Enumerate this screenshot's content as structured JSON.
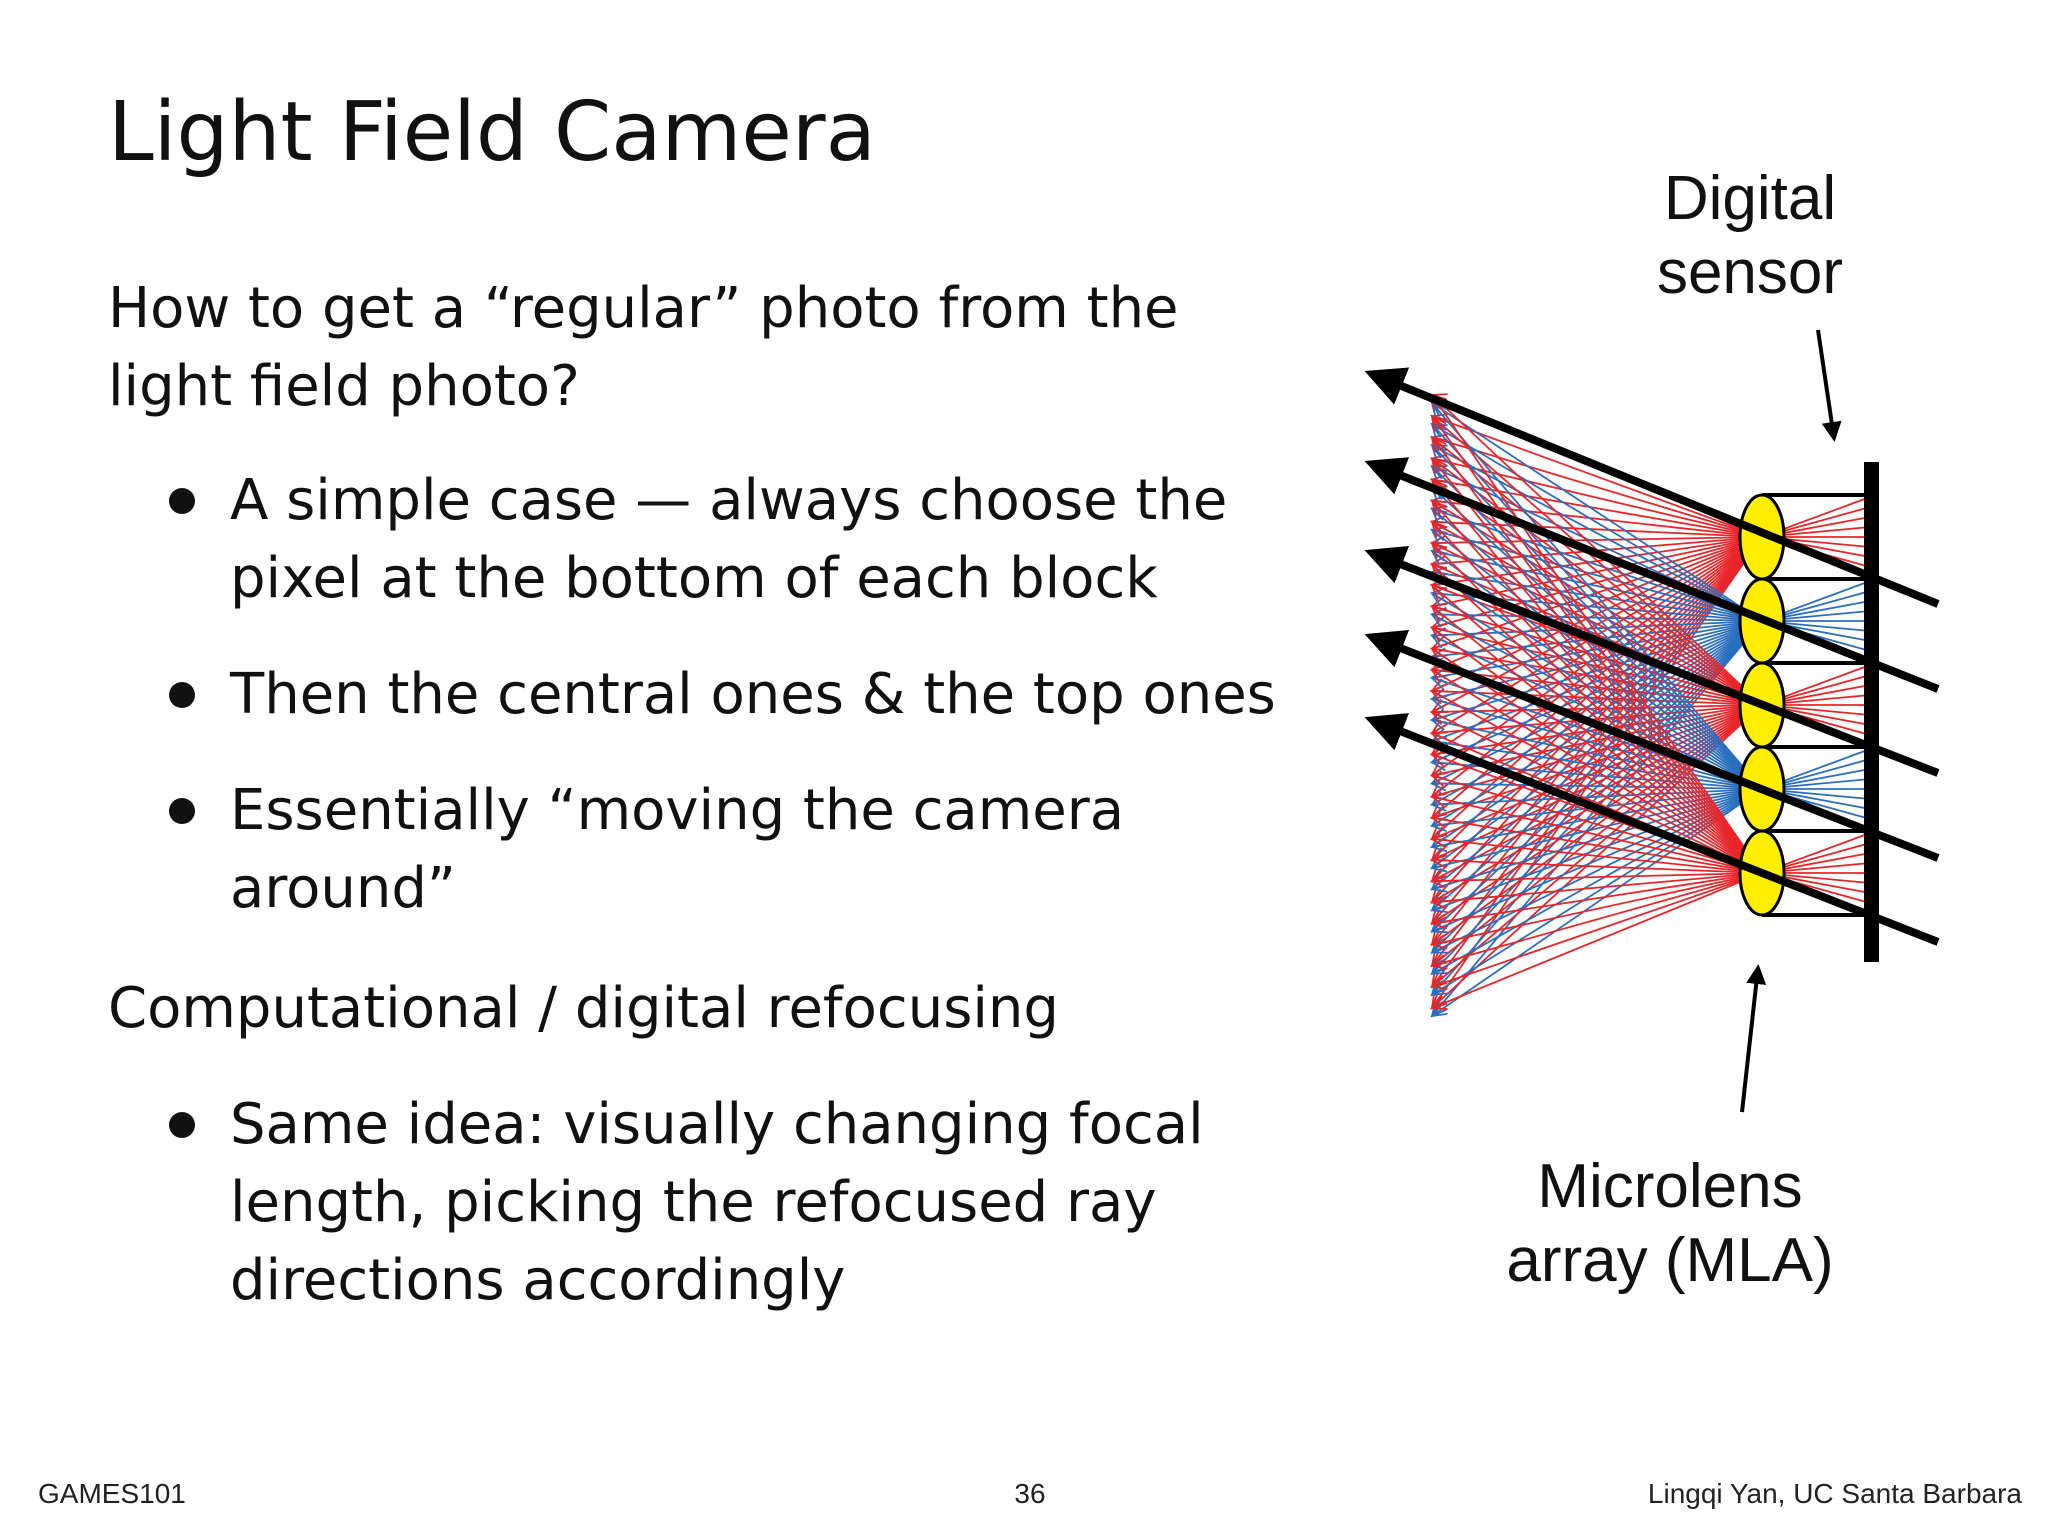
{
  "slide": {
    "title": "Light Field Camera",
    "question": "How to get a “regular” photo from the light field photo?",
    "bullets_1": [
      "A simple case — always choose the pixel at the bottom of each block",
      "Then the central ones & the top ones",
      "Essentially “moving the camera around”"
    ],
    "refocus_heading": "Computational / digital refocusing",
    "bullets_2": [
      "Same idea: visually changing focal length, picking the refocused ray directions accordingly"
    ]
  },
  "diagram": {
    "sensor_label_line1": "Digital",
    "sensor_label_line2": "sensor",
    "mla_label_line1": "Microlens",
    "mla_label_line2": "array (MLA)",
    "colors": {
      "ray_red": "#e8262a",
      "ray_blue": "#2a6fbf",
      "lens_fill": "#ffee00",
      "line": "#000000"
    }
  },
  "footer": {
    "left": "GAMES101",
    "page_number": "36",
    "right": "Lingqi Yan, UC Santa Barbara"
  }
}
